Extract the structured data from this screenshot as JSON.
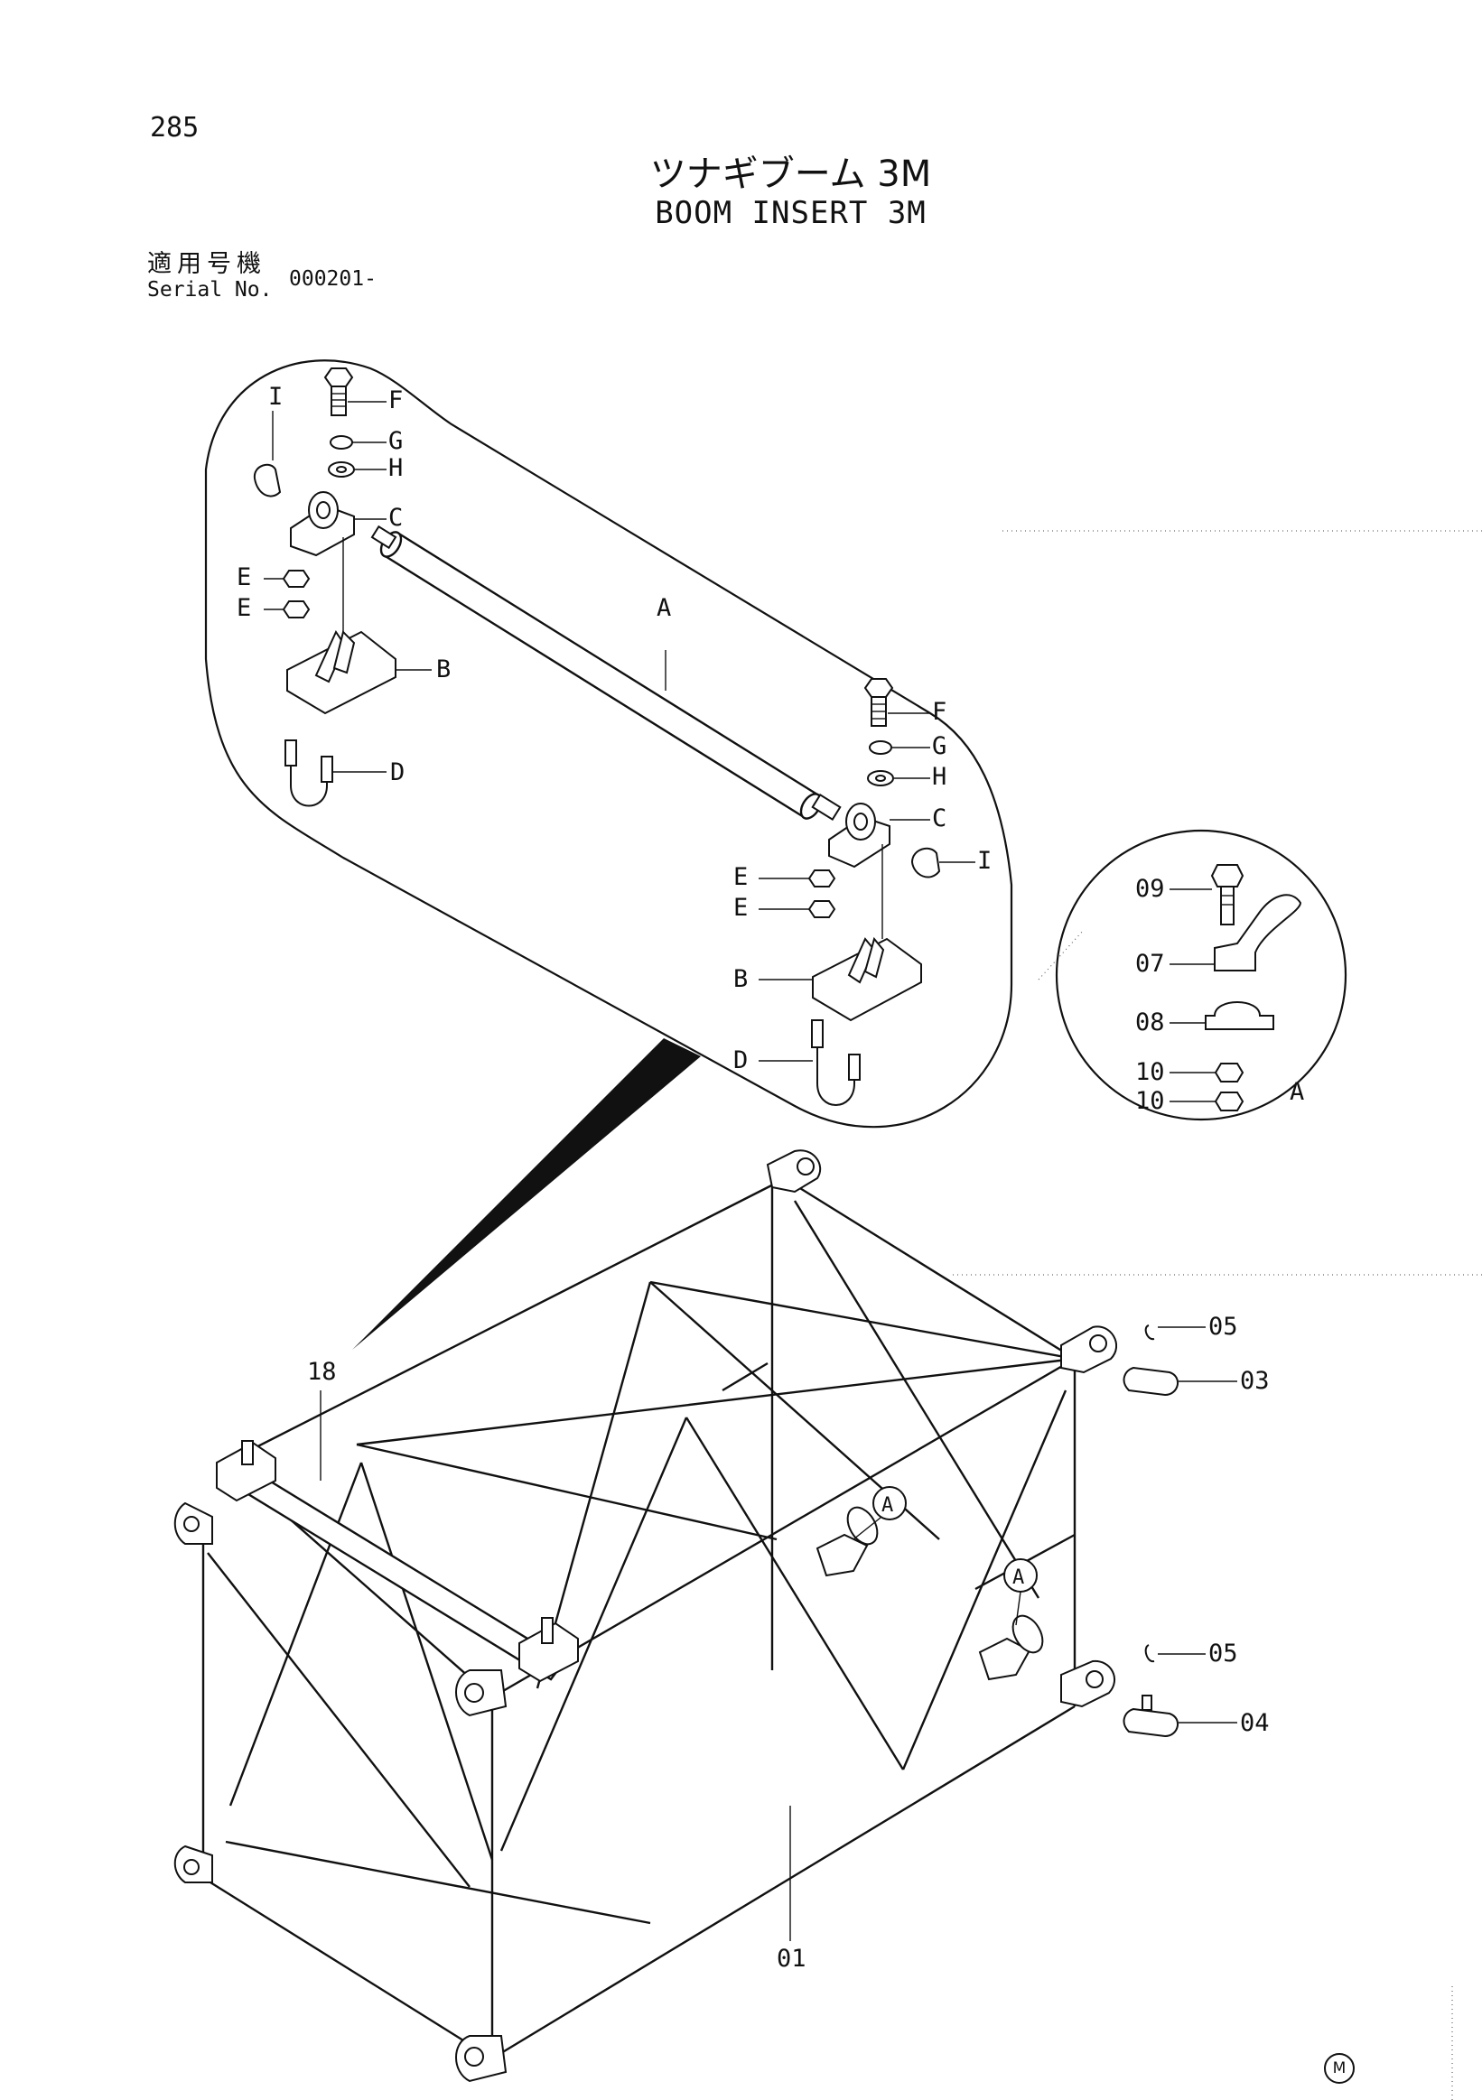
{
  "page_number": "285",
  "title_jp": "ツナギブーム 3M",
  "title_en": "BOOM INSERT 3M",
  "serial_label_jp": "適用号機",
  "serial_label_en": "Serial No.",
  "serial_value": "000201-",
  "footer_mark": "M",
  "detail_labels": {
    "a": "A",
    "b": "B",
    "c": "C",
    "d": "D",
    "e": "E",
    "f": "F",
    "g": "G",
    "h": "H",
    "i": "I"
  },
  "part_numbers": {
    "p01": "01",
    "p03": "03",
    "p04": "04",
    "p05": "05",
    "p07": "07",
    "p08": "08",
    "p09": "09",
    "p10": "10",
    "p18": "18"
  }
}
